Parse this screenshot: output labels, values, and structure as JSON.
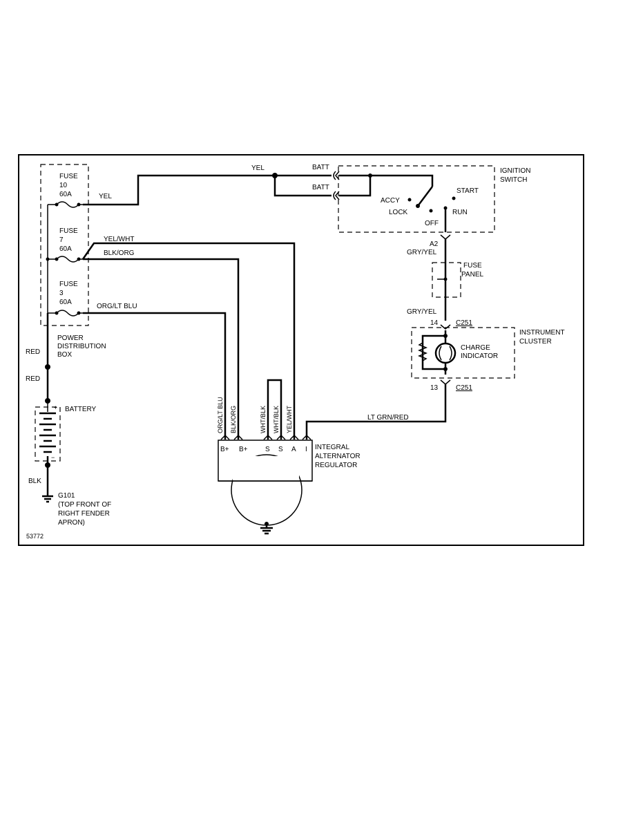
{
  "diagram_id": "53772",
  "power_distribution_box": {
    "label_lines": [
      "POWER",
      "DISTRIBUTION",
      "BOX"
    ],
    "fuses": [
      {
        "name": "FUSE",
        "number": "10",
        "rating": "60A"
      },
      {
        "name": "FUSE",
        "number": "7",
        "rating": "60A"
      },
      {
        "name": "FUSE",
        "number": "3",
        "rating": "60A"
      }
    ]
  },
  "ignition_switch": {
    "label_lines": [
      "IGNITION",
      "SWITCH"
    ],
    "batt_1": "BATT",
    "batt_2": "BATT",
    "accy": "ACCY",
    "lock": "LOCK",
    "off": "OFF",
    "start": "START",
    "run": "RUN"
  },
  "fuse_panel": {
    "label_lines": [
      "FUSE",
      "PANEL"
    ]
  },
  "instrument_cluster": {
    "label_lines": [
      "INSTRUMENT",
      "CLUSTER"
    ],
    "indicator_lines": [
      "CHARGE",
      "INDICATOR"
    ],
    "pin_top": "14",
    "pin_bottom": "13",
    "connector_top": "C251",
    "connector_bottom": "C251"
  },
  "battery": {
    "label": "BATTERY"
  },
  "ground": {
    "label_lines": [
      "G101",
      "(TOP FRONT OF",
      "RIGHT FENDER",
      "APRON)"
    ]
  },
  "alternator": {
    "label_lines": [
      "INTEGRAL",
      "ALTERNATOR",
      "REGULATOR"
    ],
    "terminals": [
      "B+",
      "B+",
      "S",
      "S",
      "A",
      "I"
    ]
  },
  "wires": {
    "yel_fuse": "YEL",
    "yel_top": "YEL",
    "yel_wht": "YEL/WHT",
    "blk_org": "BLK/ORG",
    "org_lt_blu": "ORG/LT BLU",
    "red_1": "RED",
    "red_2": "RED",
    "blk": "BLK",
    "a2": "A2",
    "gry_yel_1": "GRY/YEL",
    "gry_yel_2": "GRY/YEL",
    "lt_grn_red": "LT GRN/RED",
    "vert_org_lt_blu": "ORG/LT BLU",
    "vert_blk_org": "BLK/ORG",
    "vert_wht_blk_1": "WHT/BLK",
    "vert_wht_blk_2": "WHT/BLK",
    "vert_yel_wht": "YEL/WHT"
  }
}
